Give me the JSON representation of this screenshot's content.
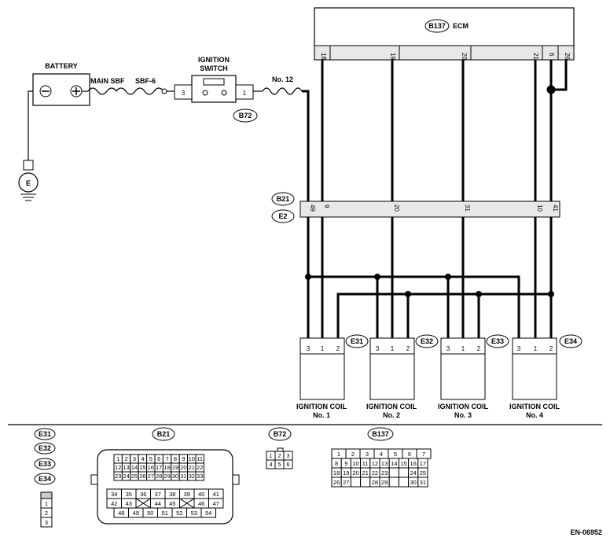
{
  "ecm": {
    "connector": "B137",
    "label": "ECM",
    "pins": [
      "18",
      "19",
      "20",
      "21",
      "6",
      "26"
    ]
  },
  "battery": {
    "label": "BATTERY"
  },
  "fuses": {
    "main": "MAIN SBF",
    "sbf6": "SBF-6",
    "no12": "No. 12"
  },
  "ignition_switch": {
    "label_line1": "IGNITION",
    "label_line2": "SWITCH",
    "pin_in": "3",
    "pin_out": "1",
    "connector": "B72"
  },
  "ground": {
    "label": "E"
  },
  "joint": {
    "connector_top": "B21",
    "connector_bottom": "E2",
    "pins": [
      "49",
      "9",
      "20",
      "31",
      "10",
      "41"
    ]
  },
  "coils": [
    {
      "connector": "E31",
      "name": "IGNITION COIL",
      "number": "No. 1",
      "pins": [
        "3",
        "1",
        "2"
      ]
    },
    {
      "connector": "E32",
      "name": "IGNITION COIL",
      "number": "No. 2",
      "pins": [
        "3",
        "1",
        "2"
      ]
    },
    {
      "connector": "E33",
      "name": "IGNITION COIL",
      "number": "No. 3",
      "pins": [
        "3",
        "1",
        "2"
      ]
    },
    {
      "connector": "E34",
      "name": "IGNITION COIL",
      "number": "No. 4",
      "pins": [
        "3",
        "1",
        "2"
      ]
    }
  ],
  "legend": {
    "coil_connectors": [
      "E31",
      "E32",
      "E33",
      "E34"
    ],
    "coil_pins": [
      "1",
      "2",
      "3"
    ],
    "b21": {
      "label": "B21",
      "rows": [
        [
          "1",
          "2",
          "3",
          "4",
          "5",
          "6",
          "7",
          "8",
          "9",
          "10",
          "11"
        ],
        [
          "12",
          "13",
          "14",
          "15",
          "16",
          "17",
          "18",
          "19",
          "20",
          "21",
          "22"
        ],
        [
          "23",
          "24",
          "25",
          "26",
          "27",
          "28",
          "29",
          "30",
          "31",
          "32",
          "33"
        ],
        [
          "34",
          "35",
          "36",
          "37",
          "38",
          "39",
          "40",
          "41"
        ],
        [
          "42",
          "43",
          "",
          "44",
          "45",
          "",
          "46",
          "47"
        ],
        [
          "48",
          "49",
          "50",
          "51",
          "52",
          "53",
          "54"
        ]
      ]
    },
    "b72": {
      "label": "B72",
      "rows": [
        [
          "1",
          "2",
          "3"
        ],
        [
          "4",
          "5",
          "6"
        ]
      ]
    },
    "b137": {
      "label": "B137",
      "rows": [
        [
          "1",
          "2",
          "3",
          "4",
          "5",
          "6",
          "7"
        ],
        [
          "8",
          "9",
          "10",
          "11",
          "12",
          "13",
          "14",
          "15",
          "16",
          "17"
        ],
        [
          "18",
          "19",
          "20",
          "21",
          "22",
          "23",
          "",
          "",
          "24",
          "25"
        ],
        [
          "26",
          "27",
          "",
          "",
          "28",
          "29",
          "",
          "",
          "30",
          "31"
        ]
      ]
    }
  },
  "figure_code": "EN-06952"
}
